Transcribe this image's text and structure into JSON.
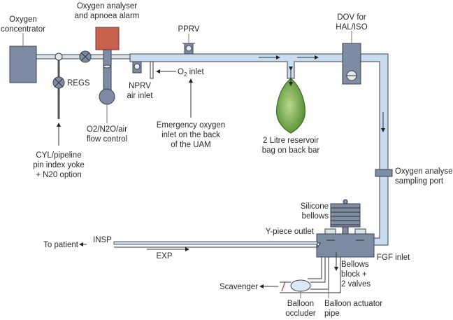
{
  "labels": {
    "oxygen_concentrator": [
      "Oxygen",
      "concentrator"
    ],
    "oxygen_analyser_alarm": [
      "Oxygen analyser",
      "and apnoea alarm"
    ],
    "pprv": "PPRV",
    "dov": [
      "DOV for",
      "HAL/ISO"
    ],
    "regs": "REGS",
    "nprv": [
      "NPRV",
      "air inlet"
    ],
    "o2_inlet": "O",
    "o2_inlet_sub": "2",
    "o2_inlet_rest": " inlet",
    "flow_control": [
      "O2/N2O/air",
      "flow control"
    ],
    "emergency_oxygen": [
      "Emergency oxygen",
      "inlet on the back",
      "of the UAM"
    ],
    "reservoir_bag": [
      "2 Litre reservoir",
      "bag on back bar"
    ],
    "cyl_pipeline": [
      "CYL/pipeline",
      "pin index yoke",
      "+ N20 option"
    ],
    "oxygen_analyser_port": [
      "Oxygen analyser",
      "sampling port"
    ],
    "silicone_bellows": [
      "Silicone",
      "bellows"
    ],
    "y_piece_outlet": "Y-piece outlet",
    "to_patient": "To patient",
    "insp": "INSP",
    "exp": "EXP",
    "fgf_inlet": "FGF inlet",
    "bellows_block": [
      "Bellows",
      "block +",
      "2 valves"
    ],
    "scavenger": "Scavenger",
    "balloon_occluder": [
      "Balloon",
      "occluder"
    ],
    "balloon_actuator": [
      "Balloon actuator",
      "pipe"
    ]
  },
  "colors": {
    "component": "#7d8ba3",
    "tube": "#c9dcef",
    "analyser": "#c9614f",
    "bag": "#5e9a33"
  }
}
